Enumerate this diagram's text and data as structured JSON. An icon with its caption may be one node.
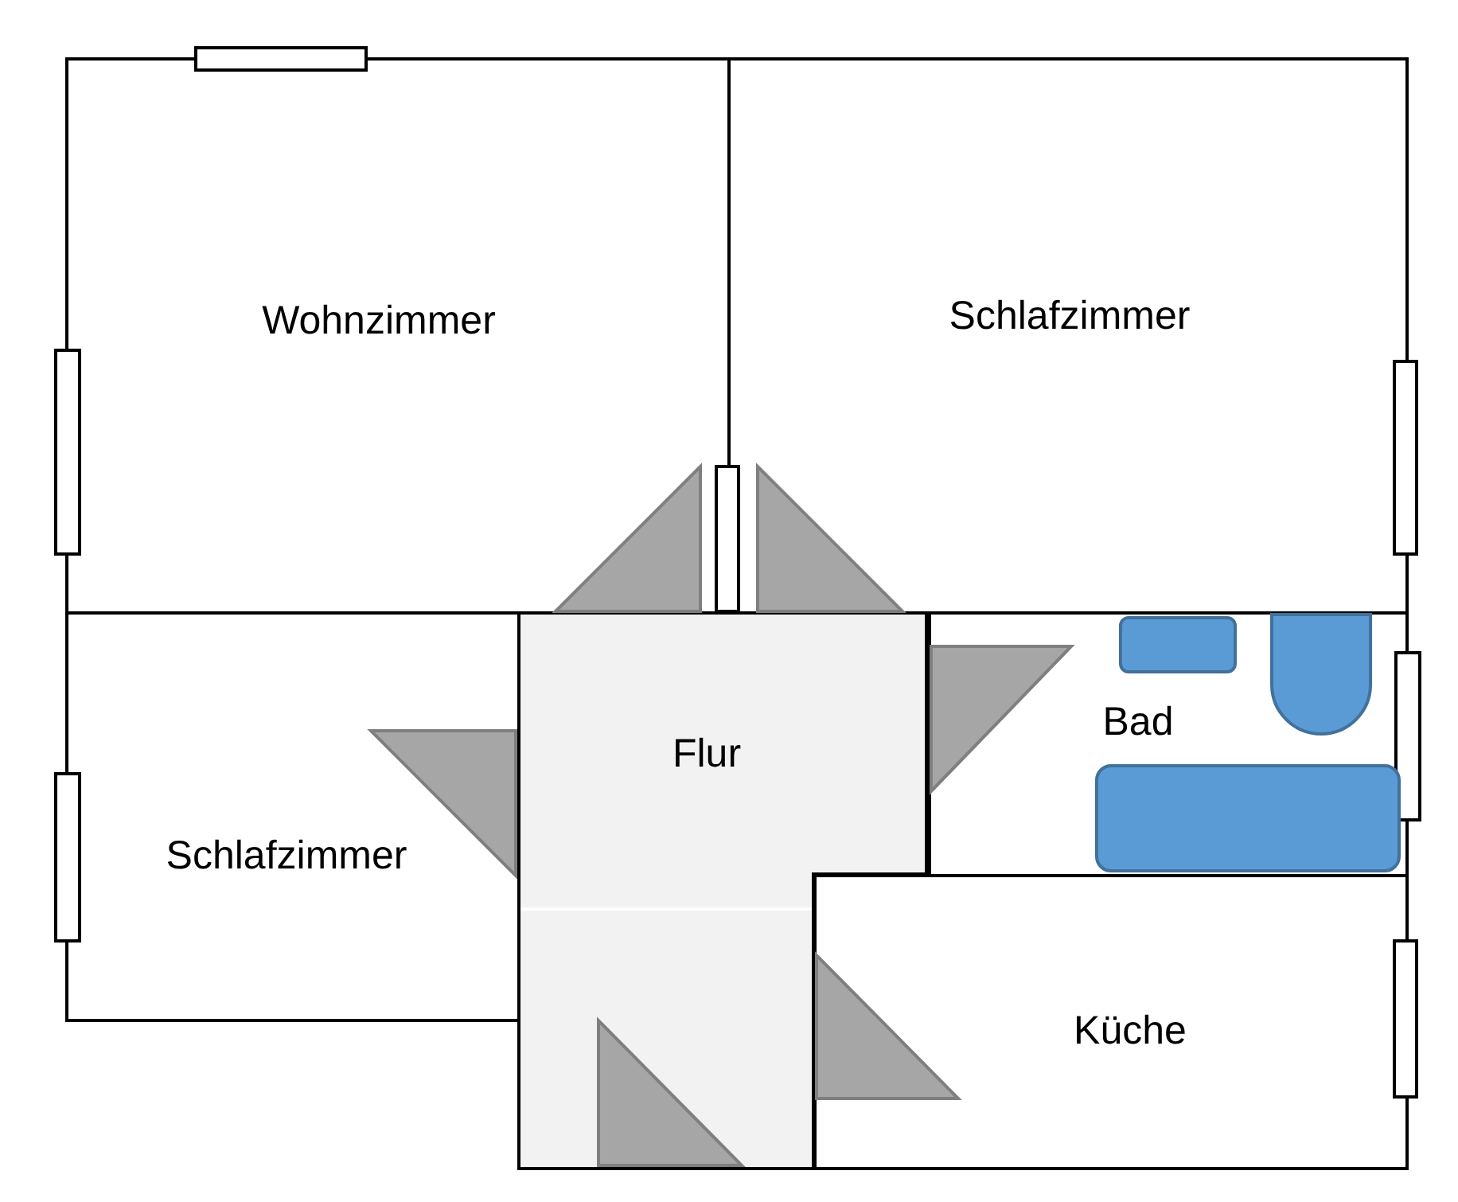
{
  "diagram": {
    "nodes": [
      {
        "text": [
          "Wohnzimmer"
        ]
      },
      {
        "text": [
          "Schlafzimmer"
        ]
      },
      {
        "text": [
          "Schlafzimmer"
        ]
      },
      {
        "text": [
          "Flur"
        ]
      },
      {
        "text": [
          "Bad"
        ]
      },
      {
        "text": [
          "Küche"
        ]
      }
    ]
  }
}
